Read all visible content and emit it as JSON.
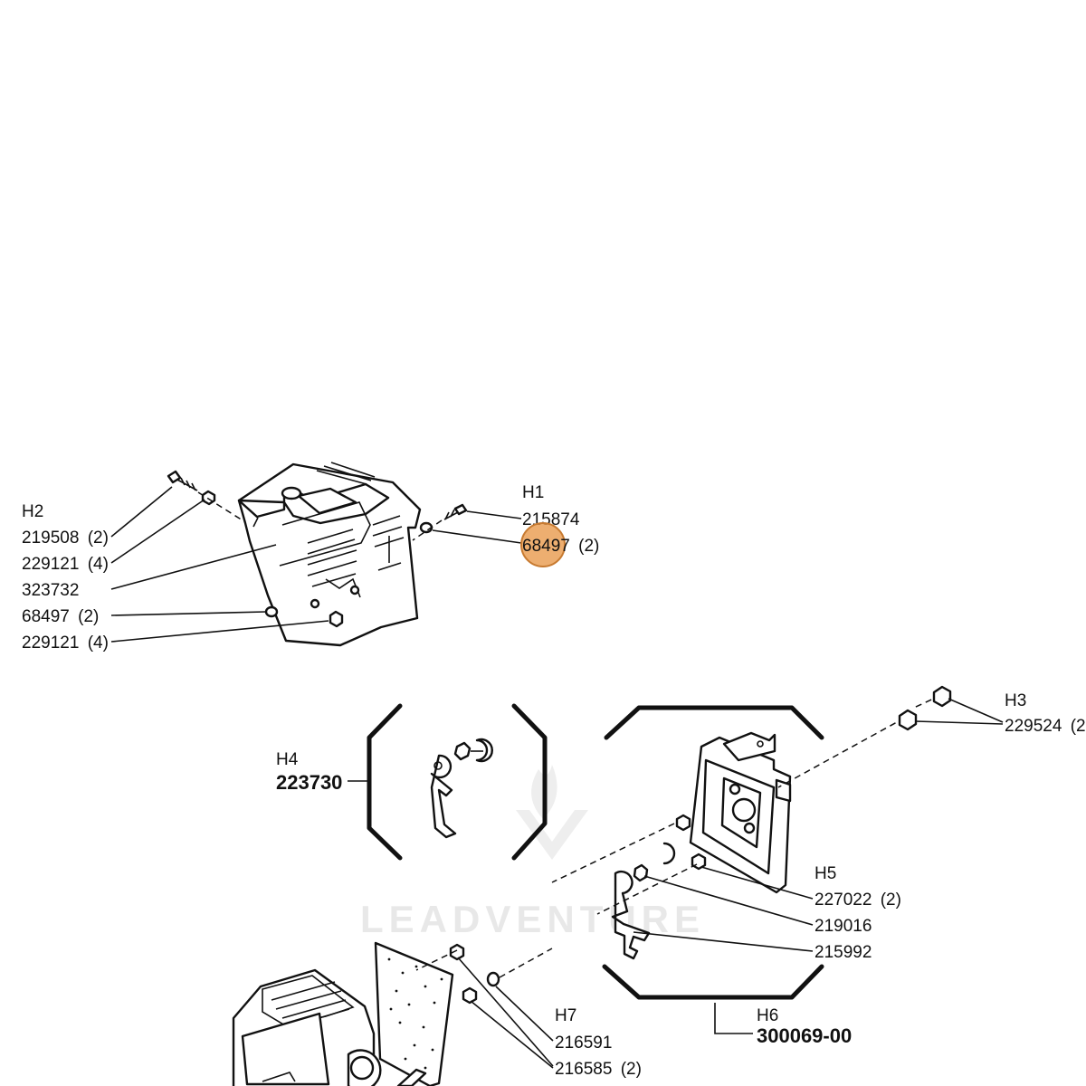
{
  "watermark": "LEADVENTURE",
  "groups": {
    "H1": {
      "id": "H1",
      "parts": [
        {
          "number": "215874"
        },
        {
          "number": "68497",
          "qty": "(2)"
        }
      ]
    },
    "H2": {
      "id": "H2",
      "parts": [
        {
          "number": "219508",
          "qty": "(2)"
        },
        {
          "number": "229121",
          "qty": "(4)"
        },
        {
          "number": "323732"
        },
        {
          "number": "68497",
          "qty": "(2)"
        },
        {
          "number": "229121",
          "qty": "(4)"
        }
      ]
    },
    "H3": {
      "id": "H3",
      "parts": [
        {
          "number": "229524",
          "qty": "(2"
        }
      ]
    },
    "H4": {
      "id": "H4",
      "assembly": "223730"
    },
    "H5": {
      "id": "H5",
      "parts": [
        {
          "number": "227022",
          "qty": "(2)"
        },
        {
          "number": "219016"
        },
        {
          "number": "215992"
        }
      ]
    },
    "H6": {
      "id": "H6",
      "assembly": "300069-00"
    },
    "H7": {
      "id": "H7",
      "parts": [
        {
          "number": "216591"
        },
        {
          "number": "216585",
          "qty": "(2)"
        }
      ]
    }
  },
  "highlight": {
    "label": "68497",
    "color": "#e89a4c"
  }
}
